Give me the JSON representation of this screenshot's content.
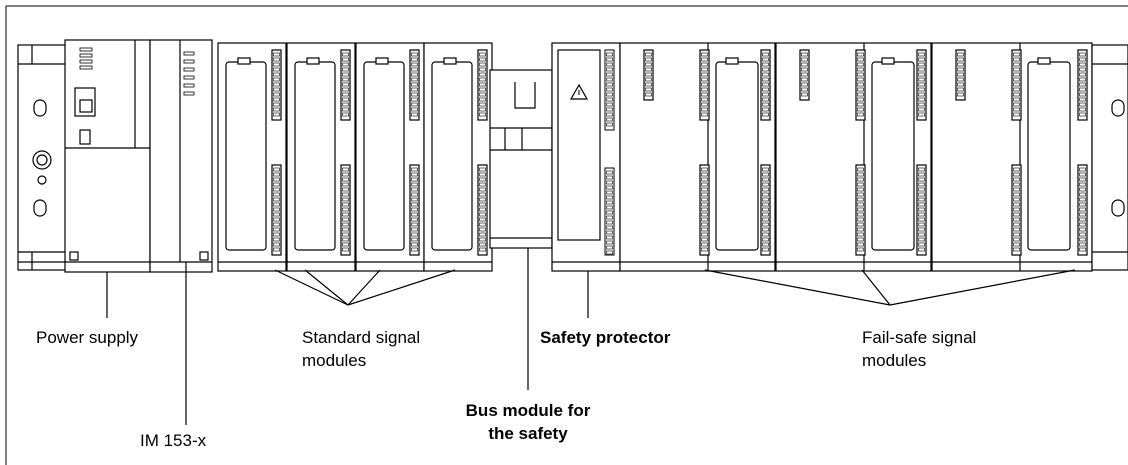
{
  "labels": {
    "power_supply": "Power supply",
    "im153": "IM 153-x",
    "standard_line1": "Standard signal",
    "standard_line2": "modules",
    "bus_line1": "Bus module for",
    "bus_line2": "the safety",
    "safety_protector": "Safety protector",
    "failsafe_line1": "Fail-safe signal",
    "failsafe_line2": "modules"
  },
  "colors": {
    "line": "#000000",
    "module_fill": "#ffffff",
    "rail_fill": "#ffffff",
    "background": "#ffffff"
  }
}
